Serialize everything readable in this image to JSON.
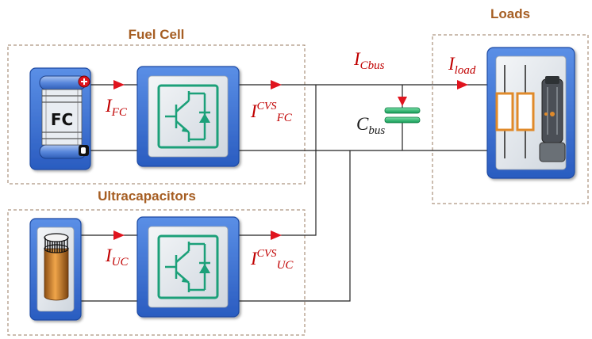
{
  "groups": {
    "fuel_cell": "Fuel Cell",
    "ultracapacitors": "Ultracapacitors",
    "loads": "Loads"
  },
  "fc_block_text": "FC",
  "labels": {
    "i_fc": {
      "base": "I",
      "sub": "FC"
    },
    "i_cvs_fc": {
      "base": "I",
      "sup": "CVS",
      "sub": "FC"
    },
    "i_uc": {
      "base": "I",
      "sub": "UC"
    },
    "i_cvs_uc": {
      "base": "I",
      "sup": "CVS",
      "sub": "UC"
    },
    "i_cbus": {
      "base": "I",
      "sub": "Cbus"
    },
    "c_bus": {
      "base": "C",
      "sub": "bus"
    },
    "i_load": {
      "base": "I",
      "sub": "load"
    }
  },
  "colors": {
    "group_title": "#a65e23",
    "current_label": "#c00000",
    "arrow": "#e0141e",
    "module_blue": "#3a73d6",
    "converter_green": "#1aa079",
    "capacitor_green": "#22b573"
  },
  "icons": [
    "fuel-cell-stack-icon",
    "dc-dc-converter-icon",
    "ultracapacitor-icon",
    "load-icon",
    "capacitor-icon"
  ]
}
